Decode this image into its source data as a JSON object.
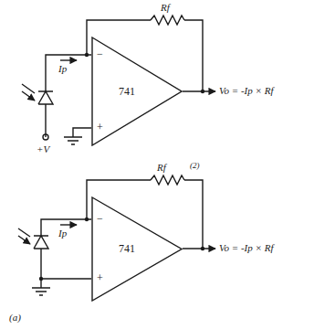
{
  "diagram": {
    "nodes": [
      {
        "text": [
          "−",
          "741",
          "+"
        ]
      },
      {
        "text": [
          "−",
          "741",
          "+"
        ]
      }
    ],
    "labels": [
      "Rf",
      "Ip",
      "+V",
      "Vo = -Ip × Rf",
      "Rf",
      "(2)",
      "Ip",
      "Vo = -Ip × Rf",
      "(a)"
    ]
  }
}
